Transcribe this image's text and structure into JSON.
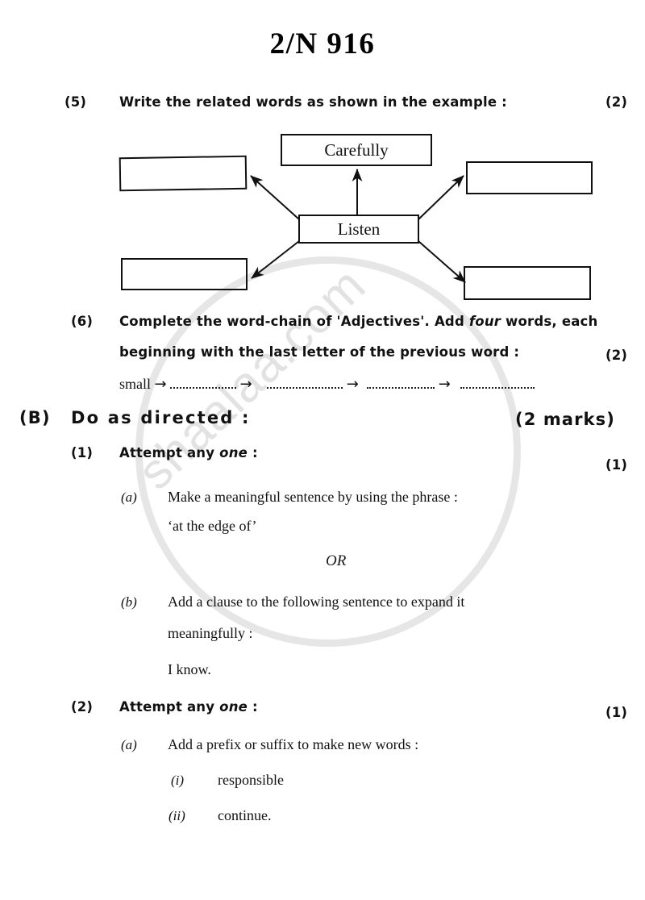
{
  "document": {
    "title": "2/N 916",
    "watermark_text": "shaalaa.com",
    "watermark_color": "#e2e2e2",
    "ink_color": "#111111",
    "page_background": "#ffffff"
  },
  "questions": [
    {
      "number": "(5)",
      "text": "Write  the  related  words  as  shown  in  the  example :",
      "marks": "(2)"
    },
    {
      "number": "(6)",
      "line1": "Complete the word-chain of 'Adjectives'. Add ",
      "line1_italic": "four",
      "line1_rest": " words, each",
      "line2": "beginning with the last letter of the previous word :",
      "marks": "(2)",
      "chain_start": "small",
      "chain_arrow": "→",
      "chain_blanks": 4
    }
  ],
  "diagram": {
    "center_label": "Listen",
    "top_label": "Carefully",
    "empty_boxes": [
      "",
      "",
      "",
      ""
    ],
    "box_count": 5,
    "arrow_count": 5
  },
  "section_b": {
    "label": "(B)",
    "title": "Do  as  directed  :",
    "marks": "(2  marks)",
    "items": [
      {
        "number": "(1)",
        "prompt_pre": "Attempt any ",
        "prompt_italic": "one",
        "prompt_post": " :",
        "marks": "(1)",
        "options": [
          {
            "label": "(a)",
            "line1": "Make  a  meaningful  sentence  by  using  the  phrase  :",
            "line2": "‘at  the  edge  of’"
          },
          {
            "label": "(b)",
            "line1": "Add  a  clause  to  the  following  sentence  to  expand  it",
            "line2": "meaningfully  :",
            "line3": "I  know."
          }
        ],
        "separator": "OR"
      },
      {
        "number": "(2)",
        "prompt_pre": "Attempt any ",
        "prompt_italic": "one",
        "prompt_post": " :",
        "marks": "(1)",
        "options": [
          {
            "label": "(a)",
            "line1": "Add  a  prefix  or  suffix  to  make  new  words  :",
            "subitems": [
              {
                "label": "(i)",
                "text": "responsible"
              },
              {
                "label": "(ii)",
                "text": "continue."
              }
            ]
          }
        ]
      }
    ]
  }
}
